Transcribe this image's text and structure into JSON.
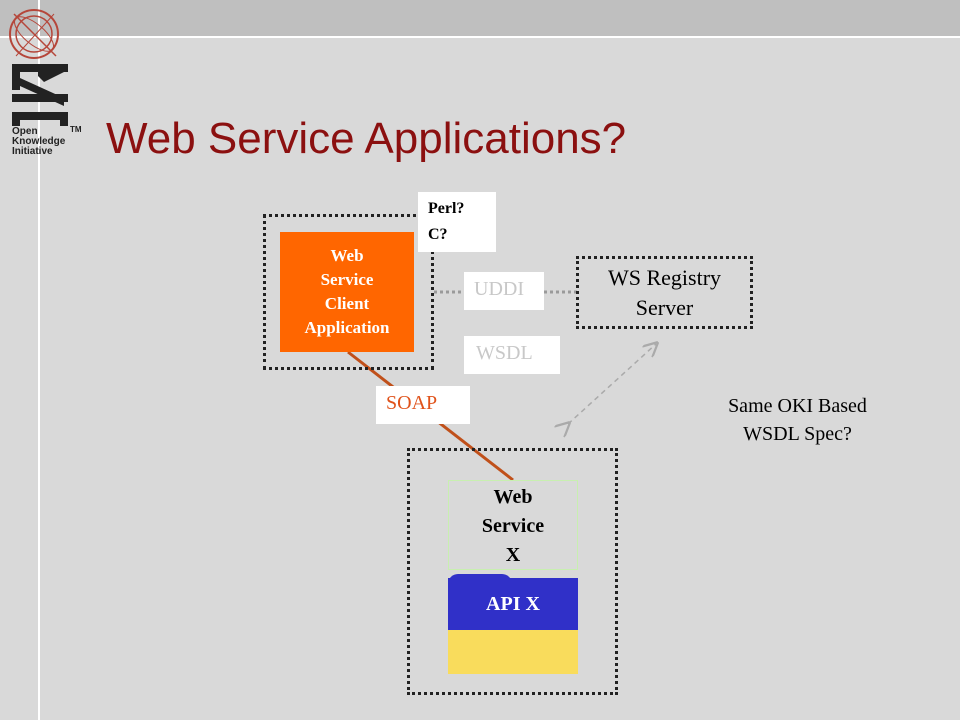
{
  "slide": {
    "title": "Web Service Applications?"
  },
  "logo": {
    "letters": "OKI",
    "trademark": "TM",
    "lines": [
      "Open",
      "Knowledge",
      "Initiative"
    ]
  },
  "diagram": {
    "client_app": "Web\nService\nClient\nApplication",
    "perl_note": "Perl?\nC?",
    "uddi_label": "UDDI",
    "wsdl_label": "WSDL",
    "soap_label": "SOAP",
    "registry": "WS Registry\nServer",
    "same_oki": "Same OKI Based\nWSDL Spec?",
    "service_x": "Web\nService\nX",
    "api_x": "API X"
  },
  "colors": {
    "title": "#8b1010",
    "client_app": "#ff6600",
    "soap_line": "#c0501a",
    "api": "#3030c8",
    "base": "#f9dc5c"
  }
}
